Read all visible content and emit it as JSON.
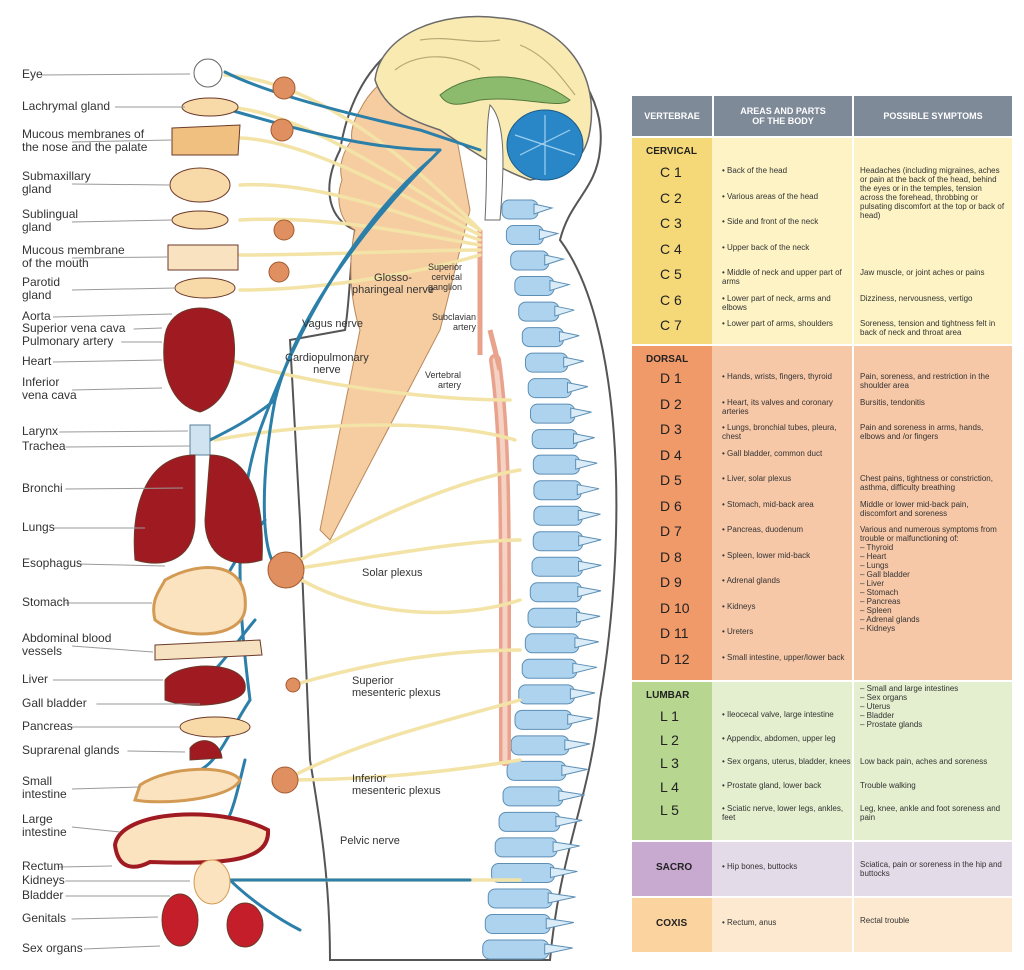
{
  "organ_labels": [
    "Eye",
    "Lachrymal gland",
    "Mucous membranes of\nthe nose and the palate",
    "Submaxillary\ngland",
    "Sublingual\ngland",
    "Mucous membrane\nof the mouth",
    "Parotid\ngland",
    "Aorta",
    "Superior vena cava",
    "Pulmonary artery",
    "Heart",
    "Inferior\nvena cava",
    "Larynx",
    "Trachea",
    "Bronchi",
    "Lungs",
    "Esophagus",
    "Stomach",
    "Abdominal blood\nvessels",
    "Liver",
    "Gall bladder",
    "Pancreas",
    "Suprarenal glands",
    "Small\nintestine",
    "Large\nintestine",
    "Rectum",
    "Kidneys",
    "Bladder",
    "Genitals",
    "Sex organs"
  ],
  "nerve_labels": {
    "glosso": "Glosso-\npharingeal nerve",
    "vagus": "Vagus nerve",
    "cardio": "Cardiopulmonary\nnerve",
    "solar": "Solar plexus",
    "sup_mes": "Superior\nmesenteric plexus",
    "inf_mes": "Inferior\nmesenteric plexus",
    "pelvic": "Pelvic nerve",
    "sup_cerv": "Superior\ncervical\nganglion",
    "subclavian": "Subclavian\nartery",
    "vertebral": "Vertebral\nartery"
  },
  "table": {
    "headers": [
      "VERTEBRAE",
      "AREAS AND PARTS\nOF THE BODY",
      "POSSIBLE SYMPTOMS"
    ],
    "sections": [
      {
        "name": "CERVICAL",
        "color": "#fdf3c4",
        "rows": [
          {
            "code": "C 1",
            "area": "Back of the head"
          },
          {
            "code": "C 2",
            "area": "Various areas of the head"
          },
          {
            "code": "C 3",
            "area": "Side and front of the neck"
          },
          {
            "code": "C 4",
            "area": "Upper back of the neck"
          },
          {
            "code": "C 5",
            "area": "Middle of neck and upper part of arms"
          },
          {
            "code": "C 6",
            "area": "Lower part of neck, arms and elbows"
          },
          {
            "code": "C 7",
            "area": "Lower part of arms, shoulders"
          }
        ],
        "symptoms": [
          {
            "text": "Headaches (including migraines, aches or pain at the back of the head, behind the eyes or in the temples, tension across the forehead, throbbing or pulsating discomfort at the top or back of head)",
            "row": 0
          },
          {
            "text": "Jaw muscle, or joint aches or pains",
            "row": 4
          },
          {
            "text": "Dizziness, nervousness, vertigo",
            "row": 5
          },
          {
            "text": "Soreness, tension and tightness felt in back of neck and throat area",
            "row": 6
          }
        ]
      },
      {
        "name": "DORSAL",
        "color": "#f7c8a8",
        "rows": [
          {
            "code": "D 1",
            "area": "Hands, wrists, fingers, thyroid"
          },
          {
            "code": "D 2",
            "area": "Heart, its valves and coronary arteries"
          },
          {
            "code": "D 3",
            "area": "Lungs, bronchial tubes, pleura, chest"
          },
          {
            "code": "D 4",
            "area": "Gall bladder, common duct"
          },
          {
            "code": "D 5",
            "area": "Liver, solar plexus"
          },
          {
            "code": "D 6",
            "area": "Stomach, mid-back area"
          },
          {
            "code": "D 7",
            "area": "Pancreas, duodenum"
          },
          {
            "code": "D 8",
            "area": "Spleen, lower mid-back"
          },
          {
            "code": "D 9",
            "area": "Adrenal glands"
          },
          {
            "code": "D 10",
            "area": "Kidneys"
          },
          {
            "code": "D 11",
            "area": "Ureters"
          },
          {
            "code": "D 12",
            "area": "Small intestine, upper/lower back"
          }
        ],
        "symptoms": [
          {
            "text": "Pain, soreness, and restriction in the shoulder area",
            "row": 0
          },
          {
            "text": "Bursitis, tendonitis",
            "row": 1
          },
          {
            "text": "Pain and soreness in arms, hands, elbows and /or fingers",
            "row": 2
          },
          {
            "text": "Chest pains, tightness or constriction, asthma, difficulty breathing",
            "row": 4
          },
          {
            "text": "Middle or lower mid-back pain, discomfort and soreness",
            "row": 5
          },
          {
            "text": "Various and numerous symptoms from trouble or malfunctioning of:\n– Thyroid\n– Heart\n– Lungs\n– Gall bladder\n– Liver\n– Stomach\n– Pancreas\n– Spleen\n– Adrenal glands\n– Kidneys",
            "row": 6
          }
        ]
      },
      {
        "name": "LUMBAR",
        "color": "#e3efcf",
        "rows": [
          {
            "code": "L 1",
            "area": "Ileocecal valve, large intestine"
          },
          {
            "code": "L 2",
            "area": "Appendix, abdomen, upper leg"
          },
          {
            "code": "L 3",
            "area": "Sex organs, uterus, bladder, knees"
          },
          {
            "code": "L 4",
            "area": "Prostate gland, lower back"
          },
          {
            "code": "L 5",
            "area": "Sciatic nerve, lower legs, ankles, feet"
          }
        ],
        "symptoms": [
          {
            "text": "– Small and large intestines\n– Sex organs\n– Uterus\n– Bladder\n– Prostate glands",
            "row": -1
          },
          {
            "text": "Low back pain, aches and soreness",
            "row": 2
          },
          {
            "text": "Trouble walking",
            "row": 3
          },
          {
            "text": "Leg, knee, ankle and foot soreness and pain",
            "row": 4
          }
        ]
      },
      {
        "name": "SACRO",
        "color": "#e4dbe8",
        "colcolor": "#c8a9cf",
        "rows": [
          {
            "code": "",
            "area": "Hip bones, buttocks"
          }
        ],
        "symptoms": [
          {
            "text": "Sciatica, pain or soreness in the hip and buttocks",
            "row": 0
          }
        ]
      },
      {
        "name": "COXIS",
        "color": "#fde9cf",
        "colcolor": "#fbd39f",
        "rows": [
          {
            "code": "",
            "area": "Rectum, anus"
          }
        ],
        "symptoms": [
          {
            "text": "Rectal trouble",
            "row": 0
          }
        ]
      }
    ]
  },
  "colors": {
    "nerve": "#f3e3a6",
    "vagus": "#2b7fa8",
    "organ_red": "#a01a22",
    "spine_blue": "#aed3ee",
    "skin": "#f6cda1",
    "header_gray": "#7f8a99"
  }
}
